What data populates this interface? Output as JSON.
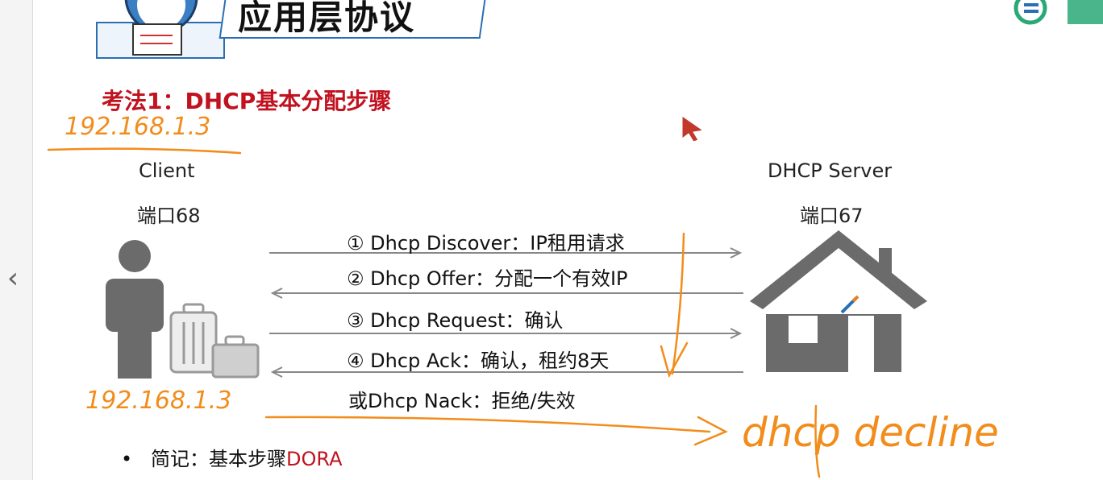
{
  "slide": {
    "title": "应用层协议",
    "heading": "考法1：DHCP基本分配步骤",
    "client": {
      "name": "Client",
      "port": "端口68"
    },
    "server": {
      "name": "DHCP Server",
      "port": "端口67"
    },
    "messages": [
      {
        "text": "① Dhcp Discover：IP租用请求",
        "direction": "right"
      },
      {
        "text": "② Dhcp Offer：分配一个有效IP",
        "direction": "left"
      },
      {
        "text": "③ Dhcp Request：确认",
        "direction": "right"
      },
      {
        "text": "④ Dhcp Ack：确认，租约8天",
        "direction": "left"
      }
    ],
    "nack_text": "或Dhcp Nack：拒绝/失效",
    "note": {
      "bullet": "•",
      "prefix": "简记：基本步骤",
      "highlight": "DORA"
    }
  },
  "annotations": {
    "ip_top": "192.168.1.3",
    "ip_bottom": "192.168.1.3",
    "decline": "dhcp decline",
    "ink_color": "#f28c1b"
  },
  "colors": {
    "heading": "#c1121f",
    "title_border": "#2a6fb3",
    "icon_gray": "#6b6b6b",
    "arrow": "#888888"
  },
  "nav": {
    "prev_icon": "chevron-left-icon"
  },
  "icons": [
    "mascot-icon",
    "person-icon",
    "luggage-icon",
    "house-icon",
    "brand-logo-icon",
    "cursor-arrow-icon",
    "pen-cursor-icon"
  ]
}
